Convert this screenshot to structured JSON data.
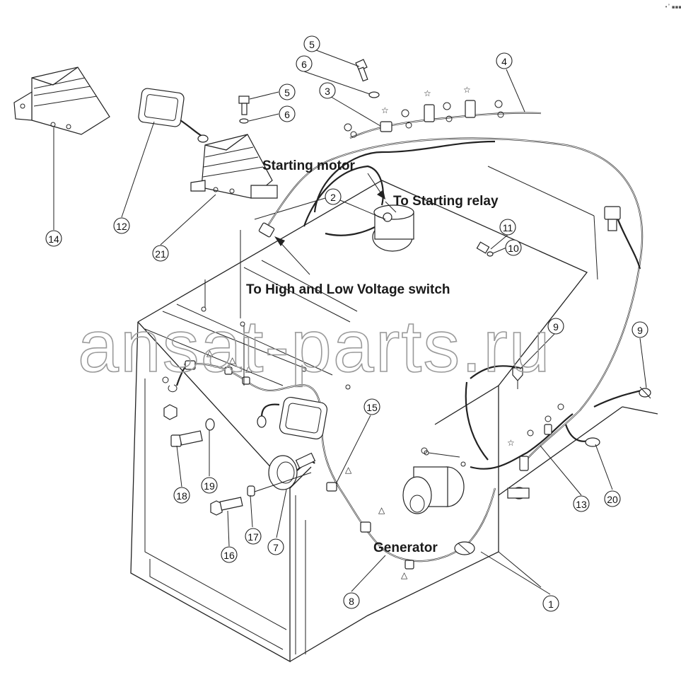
{
  "corner_mark": "•˚ ▪▪▪",
  "watermark": "ansat-parts.ru",
  "labels": {
    "starting_motor": "Starting motor",
    "starting_relay": "To Starting relay",
    "hl_switch": "To High and Low Voltage switch",
    "generator": "Generator"
  },
  "callouts": [
    "1",
    "2",
    "3",
    "4",
    "5",
    "5",
    "6",
    "6",
    "7",
    "8",
    "9",
    "9",
    "10",
    "11",
    "12",
    "13",
    "14",
    "15",
    "16",
    "17",
    "18",
    "19",
    "20",
    "21"
  ],
  "marks": {
    "star": "☆",
    "triangle": "△"
  }
}
